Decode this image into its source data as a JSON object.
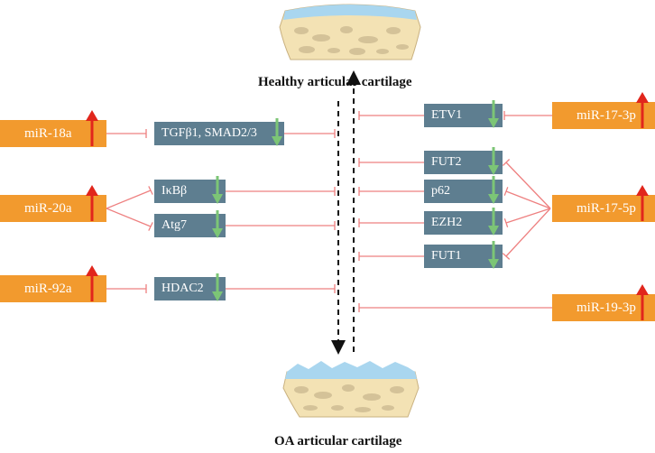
{
  "titles": {
    "healthy": "Healthy articular cartilage",
    "oa": "OA articular cartilage"
  },
  "colors": {
    "mirna_box": "#f29a2e",
    "target_box": "#5e7e90",
    "up_arrow": "#e1261c",
    "down_arrow": "#7cc576",
    "inhibit_line": "#ee8080"
  },
  "left_mirnas": {
    "mir18a": "miR-18a",
    "mir20a": "miR-20a",
    "mir92a": "miR-92a"
  },
  "right_mirnas": {
    "mir17_3p": "miR-17-3p",
    "mir17_5p": "miR-17-5p",
    "mir19_3p": "miR-19-3p"
  },
  "left_targets": {
    "tgfb1": "TGFβ1, SMAD2/3",
    "ikbb": "IκBβ",
    "atg7": "Atg7",
    "hdac2": "HDAC2"
  },
  "right_targets": {
    "etv1": "ETV1",
    "fut2": "FUT2",
    "p62": "p62",
    "ezh2": "EZH2",
    "fut1": "FUT1"
  }
}
